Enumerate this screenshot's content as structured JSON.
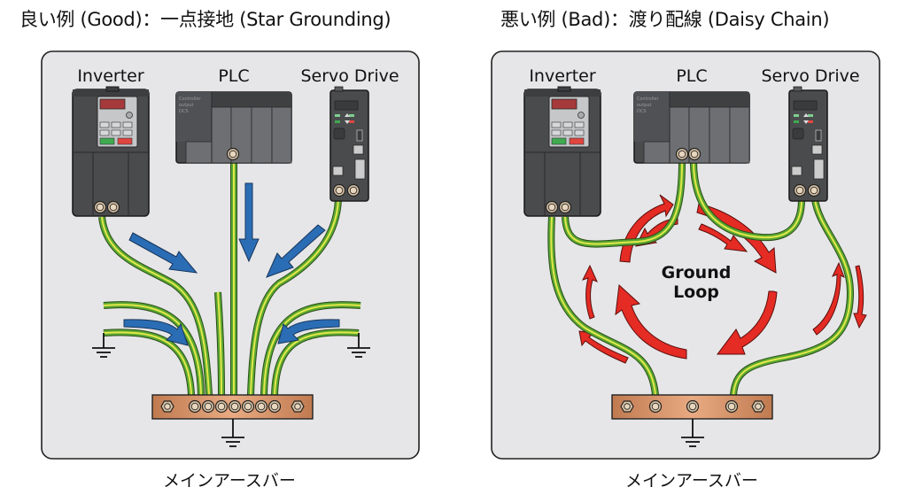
{
  "titles": {
    "good": "良い例 (Good)：一点接地 (Star Grounding)",
    "bad": "悪い例 (Bad)：渡り配線 (Daisy Chain)"
  },
  "captions": {
    "good": "メインアースバー",
    "bad": "メインアースバー"
  },
  "devices": {
    "inverter": "Inverter",
    "plc": "PLC",
    "servo": "Servo Drive",
    "plc_badge": [
      "Controller",
      "output",
      "DCS"
    ]
  },
  "bad_panel": {
    "center_label_line1": "Ground",
    "center_label_line2": "Loop"
  },
  "good_panel": {
    "busbar_terminals": 7
  },
  "bad_panel_busbar_terminals": 3,
  "colors": {
    "panel_bg": "#e6e6e8",
    "device_body": "#4a4b4d",
    "wire_green": "#5aa832",
    "wire_yellow": "#e3e84a",
    "flow_arrow_good": "#2b6db4",
    "loop_arrow_bad": "#e42b24",
    "busbar": "#d08a60"
  }
}
